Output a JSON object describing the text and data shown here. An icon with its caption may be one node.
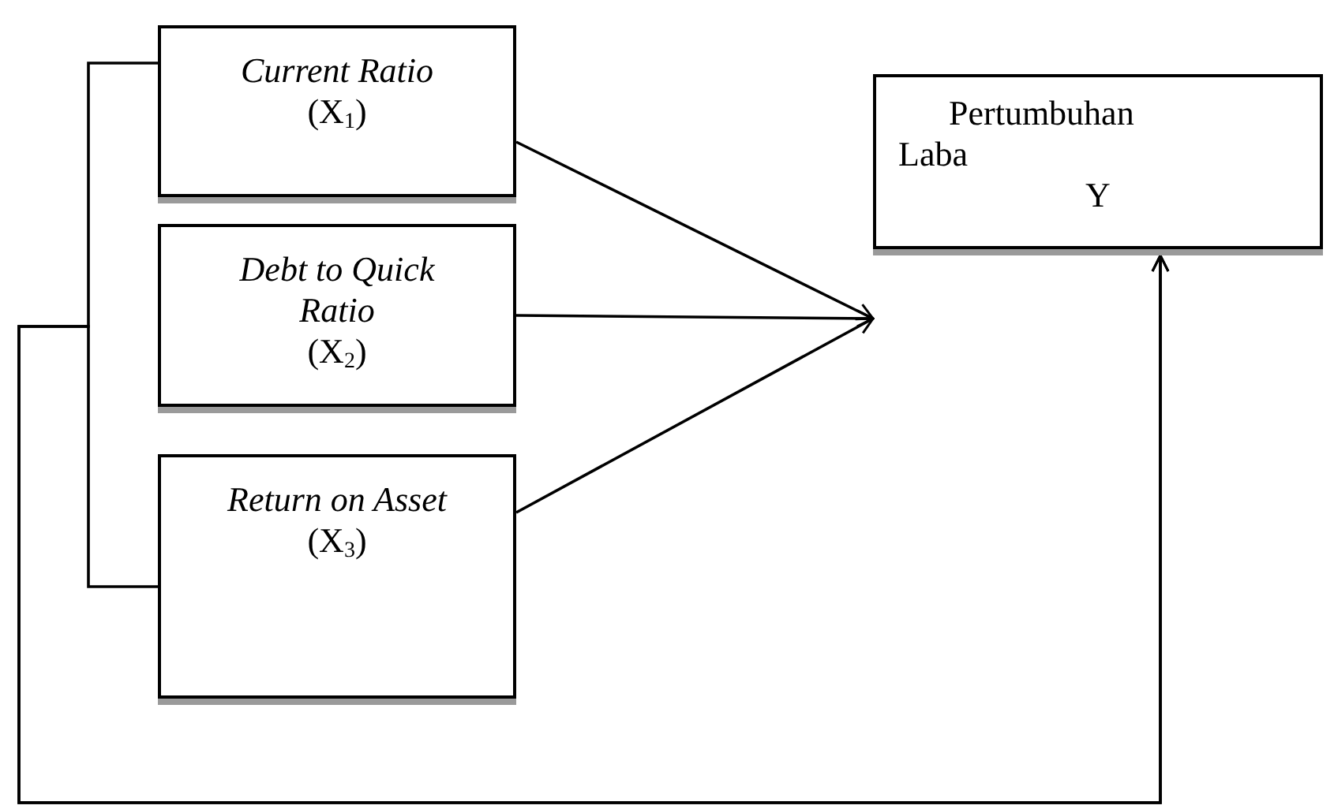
{
  "diagram": {
    "nodes": [
      {
        "text": [
          "Current Ratio",
          "(X$_{1}$)"
        ]
      },
      {
        "text": [
          "Debt to Quick Ratio",
          "(X$_{2}$)"
        ]
      },
      {
        "text": [
          "Return on Asset",
          "(X$_{3}$)"
        ]
      },
      {
        "text": [
          "Pertumbuhan Laba",
          "Y"
        ]
      }
    ],
    "edges": [
      {
        "from": 0,
        "to": 3,
        "arrow": "to"
      },
      {
        "from": 1,
        "to": 3,
        "arrow": "to"
      },
      {
        "from": 2,
        "to": 3,
        "arrow": "to"
      },
      {
        "from": 0,
        "to": 3,
        "arrow": "to"
      },
      {
        "from": 2,
        "to": 3,
        "arrow": "to"
      }
    ]
  }
}
